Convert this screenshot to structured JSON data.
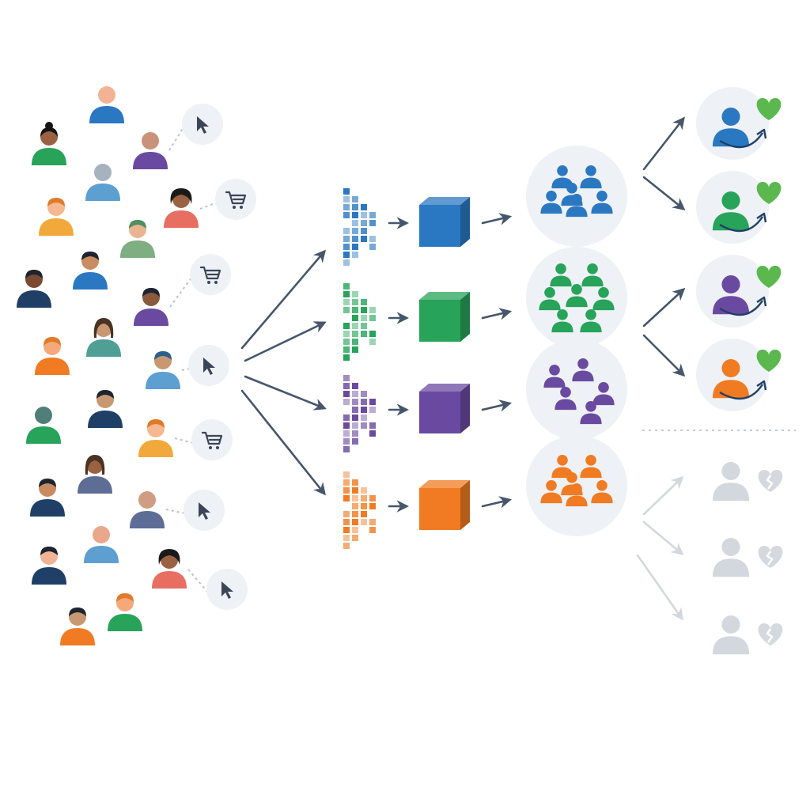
{
  "colors": {
    "blue": "#2b78c2",
    "green": "#27a35a",
    "purple": "#6a4aa0",
    "orange": "#f07b22",
    "navy": "#1f3f66",
    "teal": "#4f9f94",
    "coral": "#e86e62",
    "gold": "#f2a93b",
    "sky": "#5c9fd0",
    "slate": "#5e6d96",
    "sage": "#7eae82",
    "arrow": "#46566b",
    "bubble": "#eef1f5",
    "faded": "#d3d8de",
    "heart": "#5ab84e",
    "heart_broken": "#d5d9de",
    "cursor": "#3a4658"
  },
  "users": [
    {
      "color": "blue",
      "skin": "#f2b395",
      "hair": "none",
      "action": "none"
    },
    {
      "color": "green",
      "skin": "#9a6242",
      "hair": "bun",
      "action": "none"
    },
    {
      "color": "purple",
      "skin": "#c8937a",
      "hair": "none",
      "action": "cursor-icon"
    },
    {
      "color": "sky",
      "skin": "#a6b3bf",
      "hair": "none",
      "action": "none"
    },
    {
      "color": "gold",
      "skin": "#f5b890",
      "hair": "orange",
      "action": "none"
    },
    {
      "color": "coral",
      "skin": "#9a6242",
      "hair": "curly",
      "action": "cart-icon"
    },
    {
      "color": "sage",
      "skin": "#e9b48f",
      "hair": "green",
      "action": "none"
    },
    {
      "color": "navy",
      "skin": "#7b4a30",
      "hair": "short",
      "action": "none"
    },
    {
      "color": "blue",
      "skin": "#c98b62",
      "hair": "short",
      "action": "none"
    },
    {
      "color": "purple",
      "skin": "#8a5a3c",
      "hair": "short",
      "action": "cart-icon"
    },
    {
      "color": "teal",
      "skin": "#c89873",
      "hair": "long",
      "action": "none"
    },
    {
      "color": "orange",
      "skin": "#f5a97a",
      "hair": "orange",
      "action": "none"
    },
    {
      "color": "sky",
      "skin": "#c89873",
      "hair": "blue",
      "action": "cursor-icon"
    },
    {
      "color": "green",
      "skin": "#4f7f78",
      "hair": "none",
      "action": "none"
    },
    {
      "color": "navy",
      "skin": "#c89873",
      "hair": "short",
      "action": "none"
    },
    {
      "color": "gold",
      "skin": "#f5b890",
      "hair": "orange",
      "action": "cart-icon"
    },
    {
      "color": "navy",
      "skin": "#c98b62",
      "hair": "short",
      "action": "none"
    },
    {
      "color": "slate",
      "skin": "#9a6242",
      "hair": "long",
      "action": "none"
    },
    {
      "color": "slate",
      "skin": "#d09c84",
      "hair": "none",
      "action": "cursor-icon"
    },
    {
      "color": "sky",
      "skin": "#e9a88b",
      "hair": "none",
      "action": "none"
    },
    {
      "color": "navy",
      "skin": "#f2b395",
      "hair": "dark",
      "action": "none"
    },
    {
      "color": "coral",
      "skin": "#9a6242",
      "hair": "curly",
      "action": "cursor-icon"
    },
    {
      "color": "orange",
      "skin": "#c89873",
      "hair": "short",
      "action": "none"
    },
    {
      "color": "green",
      "skin": "#f5a97a",
      "hair": "orange",
      "action": "none"
    }
  ],
  "segments": [
    {
      "color": "blue",
      "people": 6
    },
    {
      "color": "green",
      "people": 7
    },
    {
      "color": "purple",
      "people": 5
    },
    {
      "color": "orange",
      "people": 6
    }
  ],
  "outcomes": [
    {
      "color": "blue",
      "retained": true
    },
    {
      "color": "green",
      "retained": true
    },
    {
      "color": "purple",
      "retained": true
    },
    {
      "color": "orange",
      "retained": true
    },
    {
      "color": "faded",
      "retained": false
    },
    {
      "color": "faded",
      "retained": false
    },
    {
      "color": "faded",
      "retained": false
    }
  ]
}
